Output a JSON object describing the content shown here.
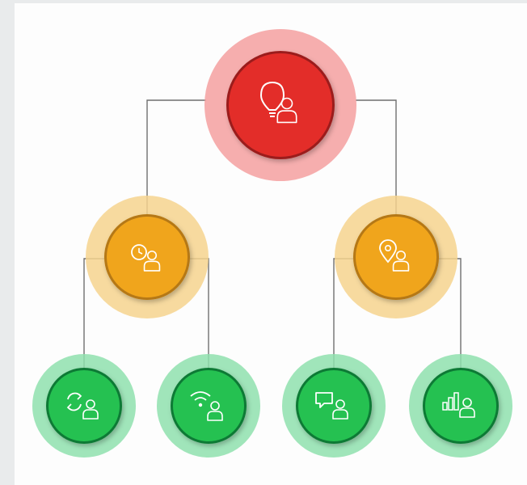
{
  "colors": {
    "background": "#e9ebec",
    "panel": "#fdfdfd",
    "connector": "#6f6f6f",
    "icon": "#ffffff",
    "level_red": {
      "ring": "#f4a0a0",
      "disc": "#e32d29",
      "edge": "#9b1e1b"
    },
    "level_orange": {
      "ring": "#f6d48e",
      "disc": "#f0a51c",
      "edge": "#b57812"
    },
    "level_green": {
      "ring": "#8fe0ae",
      "disc": "#25c151",
      "edge": "#0f7a34"
    }
  },
  "hierarchy": {
    "root": {
      "level": "red",
      "icon": "lightbulb-user-icon"
    },
    "level2": [
      {
        "level": "orange",
        "icon": "clock-user-icon"
      },
      {
        "level": "orange",
        "icon": "location-pin-user-icon"
      }
    ],
    "level3": [
      {
        "level": "green",
        "icon": "exchange-user-icon",
        "parent": 0
      },
      {
        "level": "green",
        "icon": "wifi-user-icon",
        "parent": 0
      },
      {
        "level": "green",
        "icon": "chat-user-icon",
        "parent": 1
      },
      {
        "level": "green",
        "icon": "bar-chart-user-icon",
        "parent": 1
      }
    ]
  }
}
